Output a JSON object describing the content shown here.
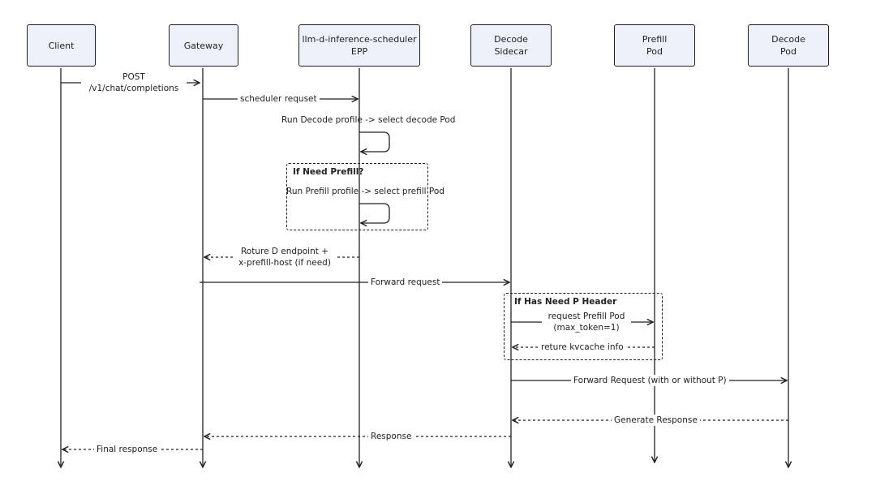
{
  "participants": [
    {
      "line1": "Client",
      "line2": ""
    },
    {
      "line1": "Gateway",
      "line2": ""
    },
    {
      "line1": "llm-d-inference-scheduler",
      "line2": "EPP"
    },
    {
      "line1": "Decode",
      "line2": "Sidecar"
    },
    {
      "line1": "Prefill",
      "line2": "Pod"
    },
    {
      "line1": "Decode",
      "line2": "Pod"
    }
  ],
  "messages": {
    "post": {
      "line1": "POST",
      "line2": "/v1/chat/completions"
    },
    "scheduler_request": "scheduler requset",
    "run_decode": "Run Decode profile -> select decode Pod",
    "run_prefill": "Run Prefill profile -> select prefill Pod",
    "return_d": {
      "line1": "Roture D endpoint +",
      "line2": "x-prefill-host (if need)"
    },
    "forward_request": "Forward request",
    "request_prefill": {
      "line1": "request Prefill Pod",
      "line2": "(max_token=1)"
    },
    "return_kv": "reture kvcache info",
    "forward_request_p": "Forward Request (with or without P)",
    "generate_response": "Generate Response",
    "response": "Response",
    "final_response": "Final response"
  },
  "groups": {
    "need_prefill": "If Need Prefill?",
    "has_p_header": "If Has Need P Header"
  }
}
